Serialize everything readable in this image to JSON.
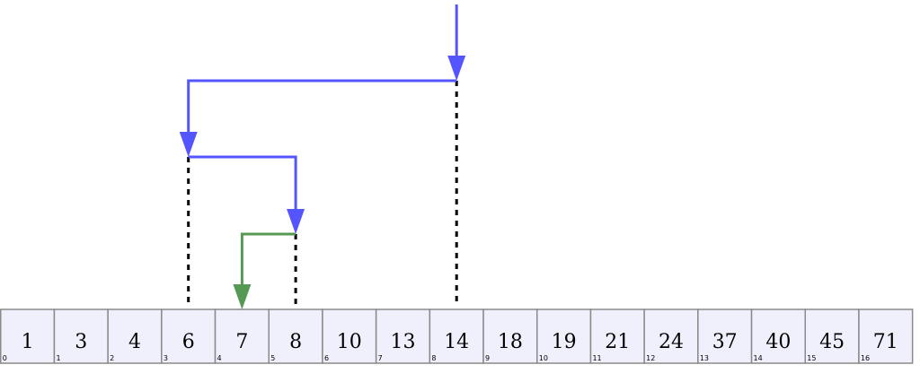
{
  "array": {
    "values": [
      "1",
      "3",
      "4",
      "6",
      "7",
      "8",
      "10",
      "13",
      "14",
      "18",
      "19",
      "21",
      "24",
      "37",
      "40",
      "45",
      "71"
    ],
    "indices": [
      "0",
      "1",
      "2",
      "3",
      "4",
      "5",
      "6",
      "7",
      "8",
      "9",
      "10",
      "11",
      "12",
      "13",
      "14",
      "15",
      "16"
    ]
  },
  "search_steps": [
    {
      "from": null,
      "to": 8,
      "level": 0,
      "color": "#5555ff"
    },
    {
      "from": 8,
      "to": 3,
      "level": 1,
      "color": "#5555ff"
    },
    {
      "from": 3,
      "to": 5,
      "level": 2,
      "color": "#5555ff"
    },
    {
      "from": 5,
      "to": 4,
      "level": 3,
      "color": "#559955"
    }
  ],
  "colors": {
    "cell_fill": "#f0f0fc",
    "cell_border": "#8a8a8a",
    "probe_arrow": "#5555ff",
    "found_arrow": "#559955",
    "guide_line": "#000000"
  }
}
